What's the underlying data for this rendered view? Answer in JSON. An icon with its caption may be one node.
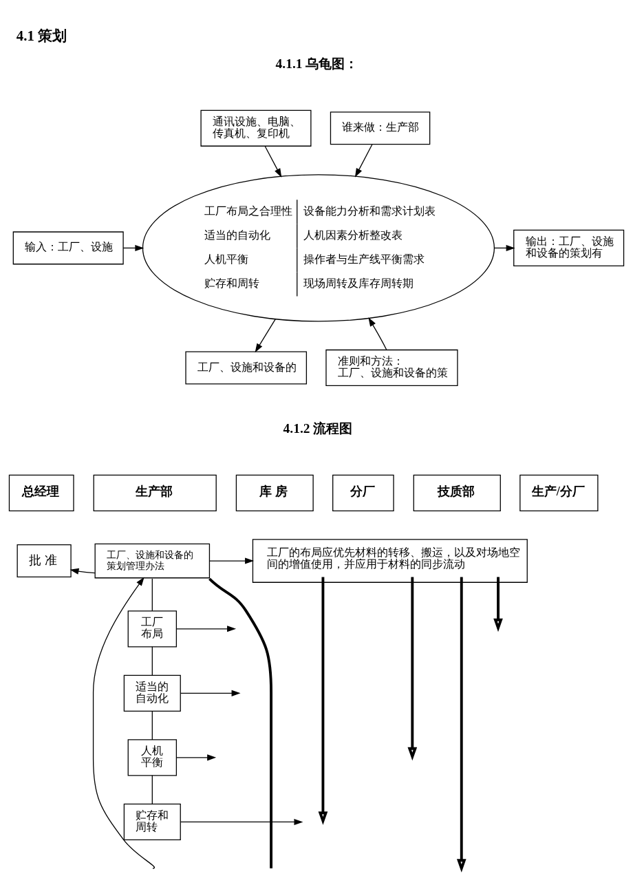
{
  "diagram": {
    "title": "4.1 策划",
    "nodes": [
      {
        "text": [
          "通讯设施、电脑、传真机、复印机"
        ]
      },
      {
        "text": [
          "谁来做：生产部"
        ]
      },
      {
        "text": [
          "输入：工厂、设施"
        ]
      },
      {
        "text": [
          "工厂布局之合理性",
          "适当的自动化",
          "人机平衡",
          "贮存和周转",
          "设备能力分析和需求计划表",
          "人机因素分析整改表",
          "操作者与生产线平衡需求",
          "现场周转及库存周转期"
        ]
      },
      {
        "text": [
          "输出：工厂、设施和设备的策划有"
        ]
      },
      {
        "text": [
          "工厂、设施和设备的"
        ]
      },
      {
        "text": [
          "准则和方法：",
          "工厂、设施和设备的策"
        ]
      },
      {
        "text": [
          "总经理"
        ]
      },
      {
        "text": [
          "生产部"
        ]
      },
      {
        "text": [
          "库 房"
        ]
      },
      {
        "text": [
          "分厂"
        ]
      },
      {
        "text": [
          "技质部"
        ]
      },
      {
        "text": [
          "生产/分厂"
        ]
      },
      {
        "text": [
          "批 准"
        ]
      },
      {
        "text": [
          "工厂、设施和设备的策划管理办法"
        ]
      },
      {
        "text": [
          "工厂的布局应优先材料的转移、搬运，以及对场地空间的增值使用，并应用于材料的同步流动"
        ]
      },
      {
        "text": [
          "工厂布局"
        ]
      },
      {
        "text": [
          "适当的自动化"
        ]
      },
      {
        "text": [
          "人机平衡"
        ]
      },
      {
        "text": [
          "贮存和周转"
        ]
      }
    ],
    "edges": [
      {
        "from": 0,
        "to": 3,
        "arrow": "to"
      },
      {
        "from": 1,
        "to": 3,
        "arrow": "to"
      },
      {
        "from": 2,
        "to": 3,
        "arrow": "to"
      },
      {
        "from": 3,
        "to": 4,
        "arrow": "to"
      },
      {
        "from": 3,
        "to": 5,
        "arrow": "to"
      },
      {
        "from": 6,
        "to": 3,
        "arrow": "to"
      },
      {
        "from": 14,
        "to": 13,
        "arrow": "to"
      },
      {
        "from": 14,
        "to": 15,
        "arrow": "to"
      },
      {
        "from": 14,
        "to": 16,
        "arrow": "none"
      },
      {
        "from": 16,
        "to": 17,
        "arrow": "none"
      },
      {
        "from": 17,
        "to": 18,
        "arrow": "none"
      },
      {
        "from": 18,
        "to": 19,
        "arrow": "none"
      },
      {
        "from": null,
        "to": 14,
        "arrow": "to"
      },
      {
        "from": 14,
        "to": null,
        "arrow": "none",
        "style": "thick"
      },
      {
        "from": 15,
        "to": null,
        "arrow": "to",
        "style": "thick"
      },
      {
        "from": 15,
        "to": null,
        "arrow": "to",
        "style": "thick"
      },
      {
        "from": 15,
        "to": null,
        "arrow": "to",
        "style": "thick"
      },
      {
        "from": 15,
        "to": null,
        "arrow": "to",
        "style": "thick"
      },
      {
        "from": 16,
        "to": null,
        "arrow": "to"
      },
      {
        "from": 17,
        "to": null,
        "arrow": "to"
      },
      {
        "from": 18,
        "to": null,
        "arrow": "to"
      },
      {
        "from": 19,
        "to": null,
        "arrow": "to"
      }
    ],
    "labels": [
      "4.1.1 乌龟图：",
      "4.1.2 流程图"
    ]
  }
}
